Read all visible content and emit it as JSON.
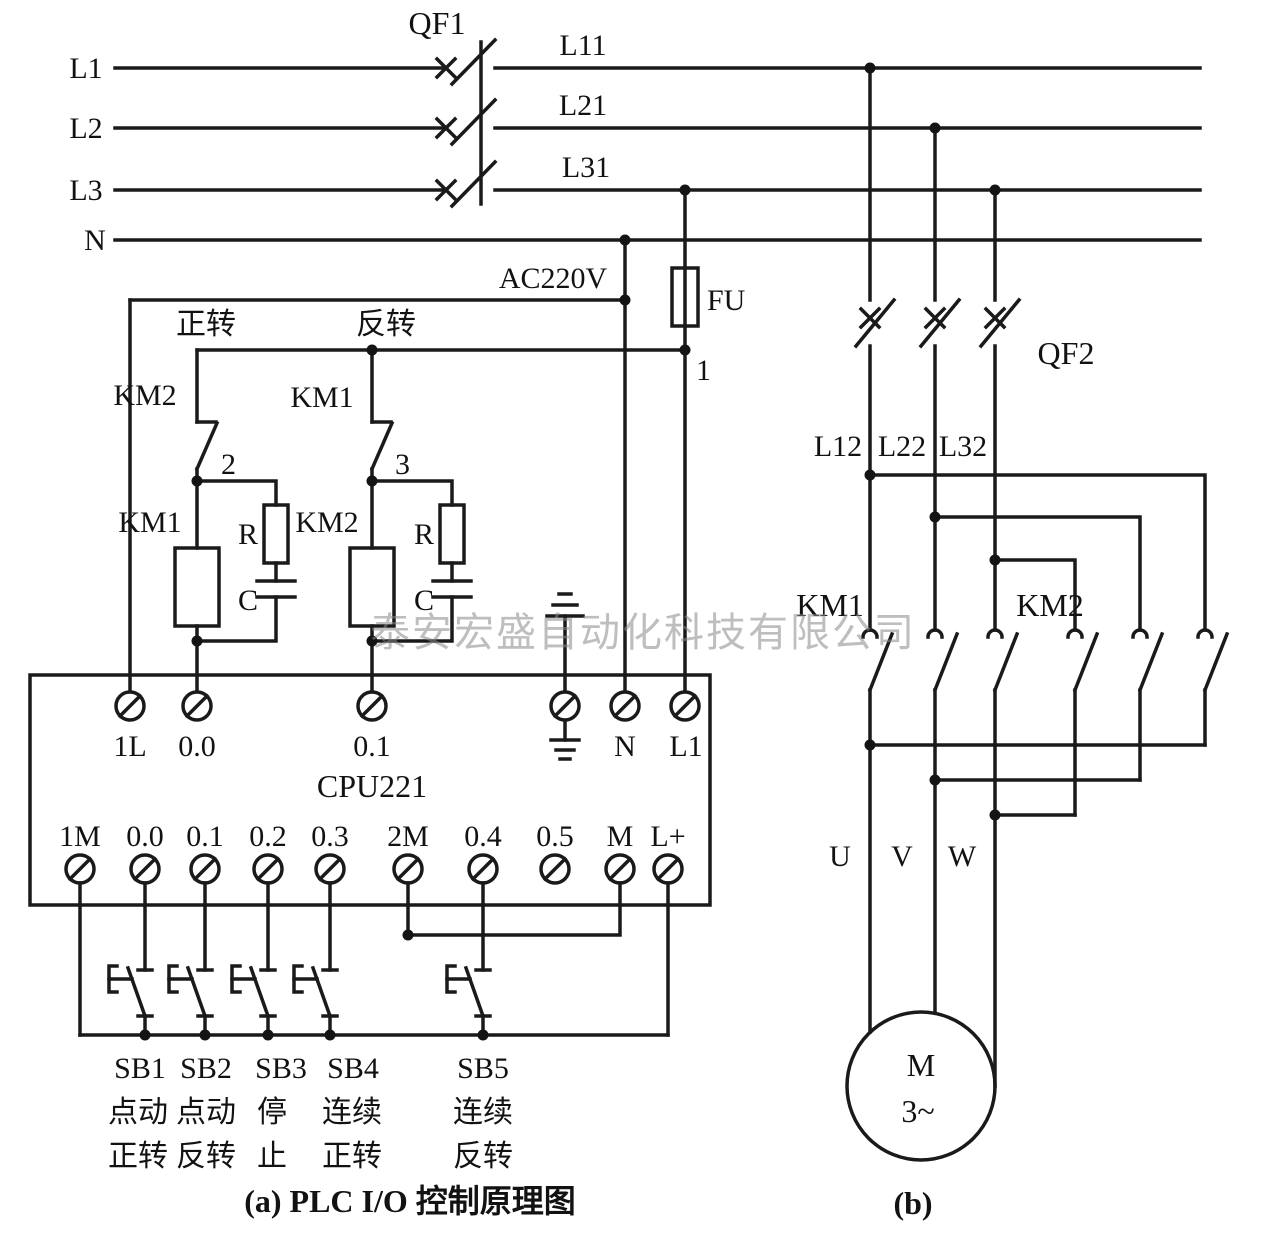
{
  "watermark": "泰安宏盛自动化科技有限公司",
  "power": {
    "l1": "L1",
    "l2": "L2",
    "l3": "L3",
    "n": "N",
    "qf1": "QF1",
    "l11": "L11",
    "l21": "L21",
    "l31": "L31",
    "ac": "AC220V",
    "fu": "FU"
  },
  "control": {
    "node1": "1",
    "node2": "2",
    "node3": "3",
    "fwd": "正转",
    "rev": "反转",
    "nc1": "KM2",
    "nc2": "KM1",
    "coil1": "KM1",
    "coil2": "KM2",
    "r": "R",
    "c": "C"
  },
  "plc": {
    "cpu": "CPU221",
    "top": [
      "1L",
      "0.0",
      "0.1",
      "N",
      "L1"
    ],
    "bottom": [
      "1M",
      "0.0",
      "0.1",
      "0.2",
      "0.3",
      "2M",
      "0.4",
      "0.5",
      "M",
      "L+"
    ]
  },
  "buttons": [
    {
      "id": "SB1",
      "l1": "点动",
      "l2": "正转"
    },
    {
      "id": "SB2",
      "l1": "点动",
      "l2": "反转"
    },
    {
      "id": "SB3",
      "l1": "停",
      "l2": "止"
    },
    {
      "id": "SB4",
      "l1": "连续",
      "l2": "正转"
    },
    {
      "id": "SB5",
      "l1": "连续",
      "l2": "反转"
    }
  ],
  "main": {
    "qf2": "QF2",
    "l12": "L12",
    "l22": "L22",
    "l32": "L32",
    "km1": "KM1",
    "km2": "KM2",
    "u": "U",
    "v": "V",
    "w": "W",
    "motor_m": "M",
    "motor_ph": "3~"
  },
  "captions": {
    "a": "(a) PLC I/O 控制原理图",
    "b": "(b)"
  }
}
